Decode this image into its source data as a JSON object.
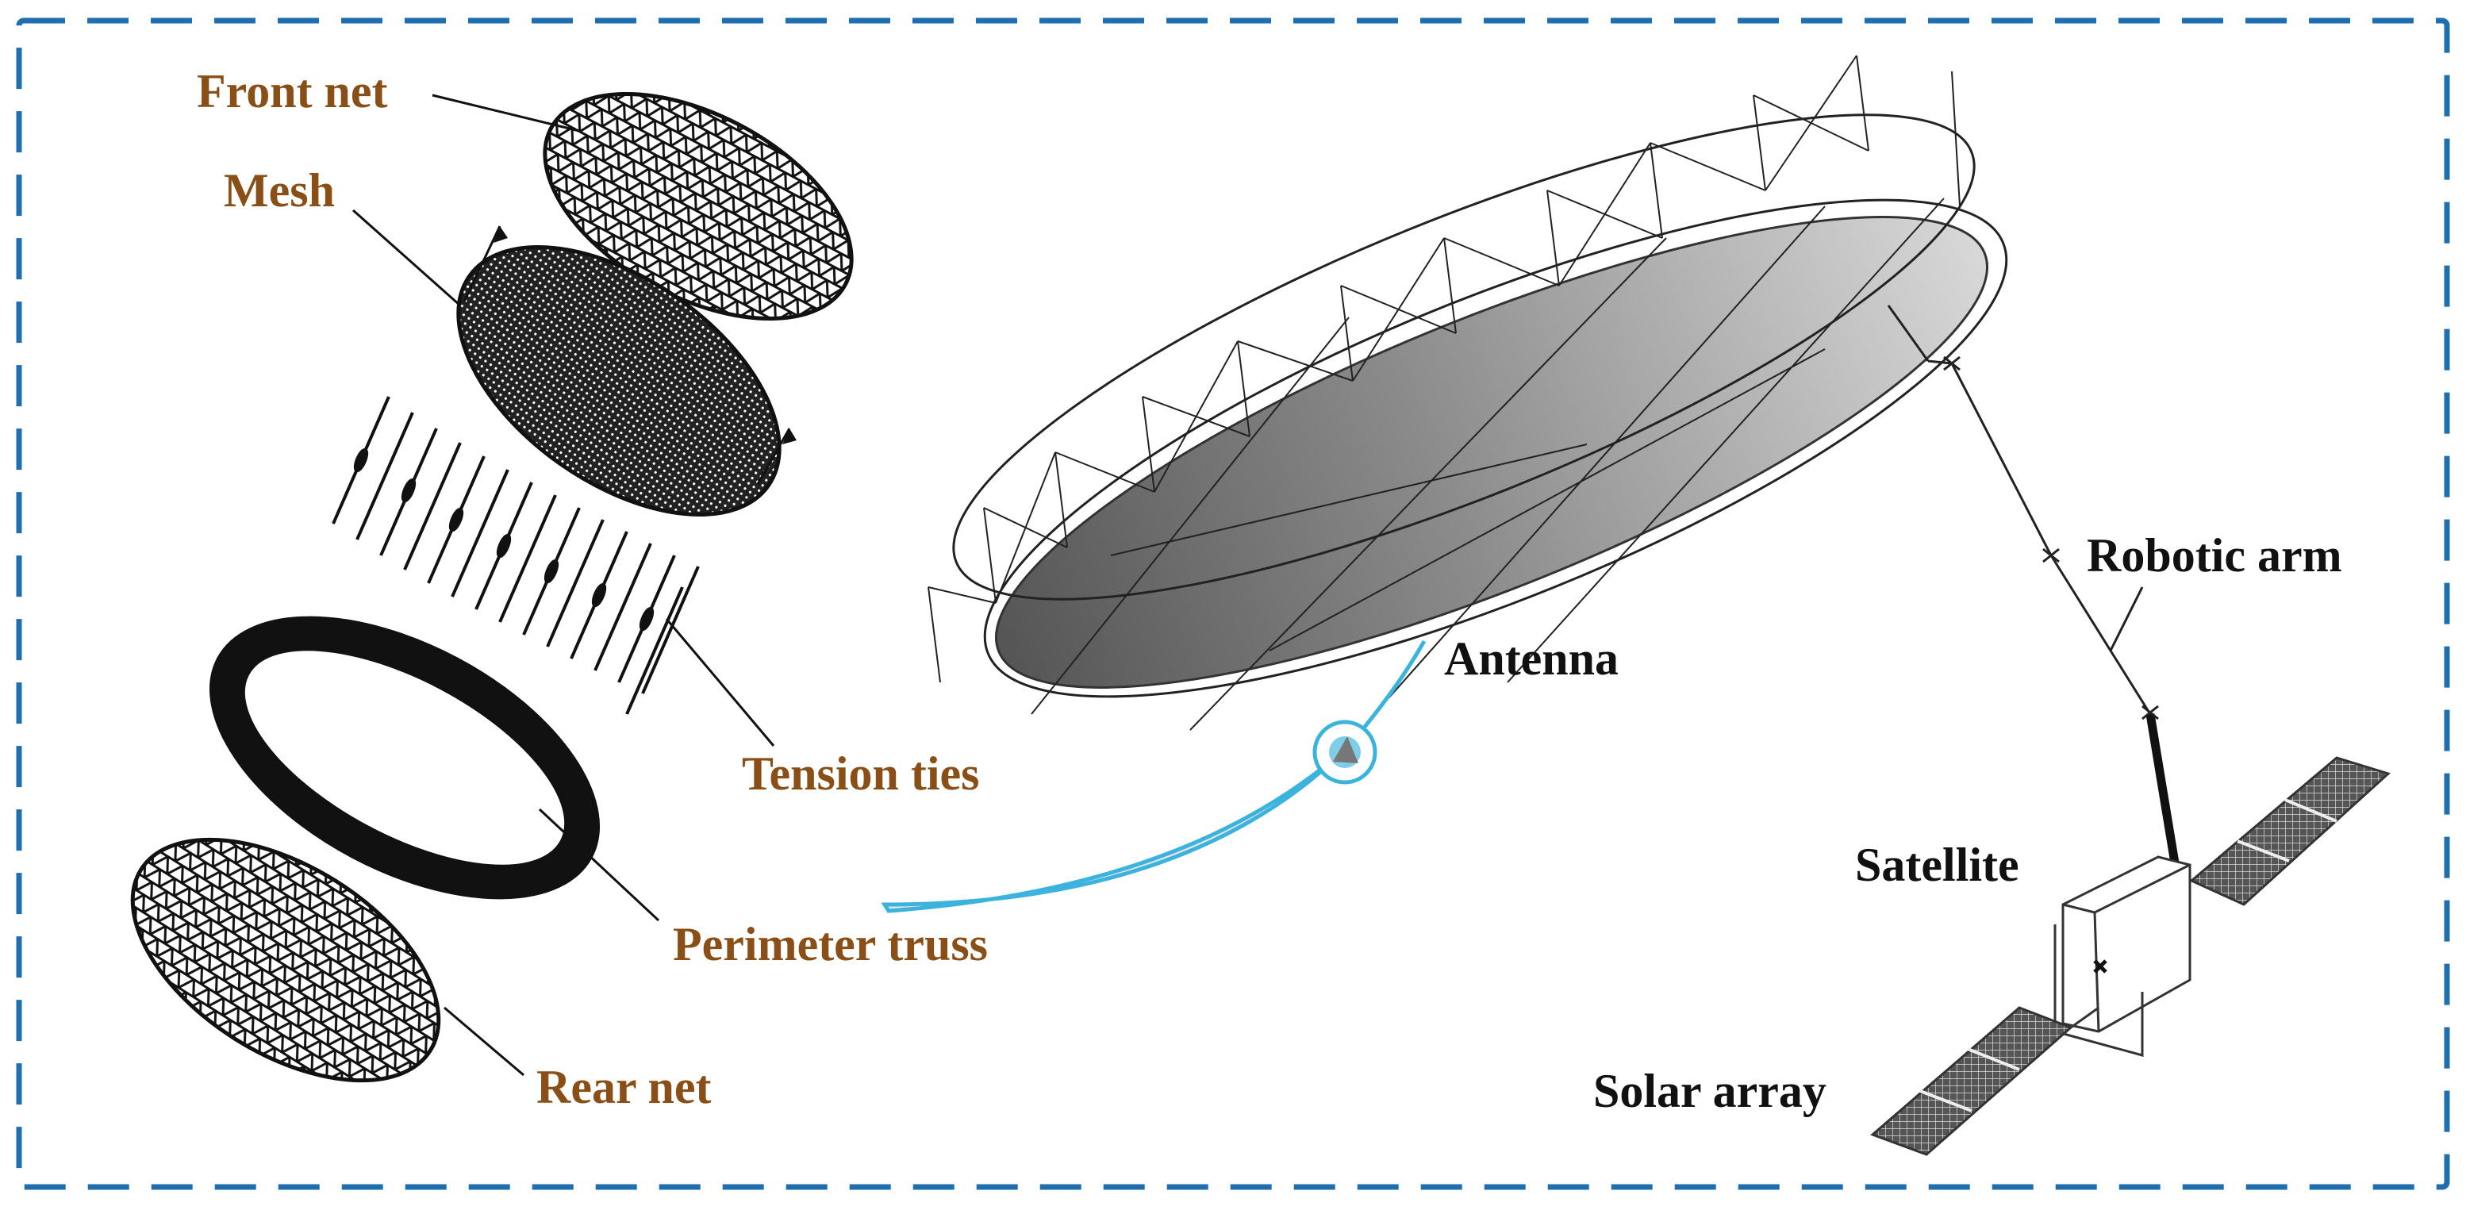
{
  "colors": {
    "frame": "#1f6fb0",
    "component_label": "#8a4f16",
    "system_label": "#111111",
    "arrow": "#3bb3dd",
    "arrow_fill": "#e6e6e6",
    "reflector_shade": "#8a8a8a"
  },
  "labels": {
    "front_net": "Front net",
    "mesh": "Mesh",
    "tension_ties": "Tension ties",
    "perimeter_truss": "Perimeter truss",
    "rear_net": "Rear net",
    "antenna": "Antenna",
    "robotic_arm": "Robotic arm",
    "satellite": "Satellite",
    "solar_array": "Solar array"
  },
  "icons": {
    "front_net": "triangular-cable-net",
    "mesh": "reflector-mesh-disc",
    "tension_ties": "tension-tie-cables",
    "perimeter_truss": "ring-truss",
    "rear_net": "triangular-cable-net",
    "antenna": "deployable-mesh-antenna",
    "robotic_arm": "robotic-arm",
    "satellite": "satellite-bus",
    "solar_array": "solar-panel-array",
    "assembly_arrow": "curved-arrow"
  }
}
